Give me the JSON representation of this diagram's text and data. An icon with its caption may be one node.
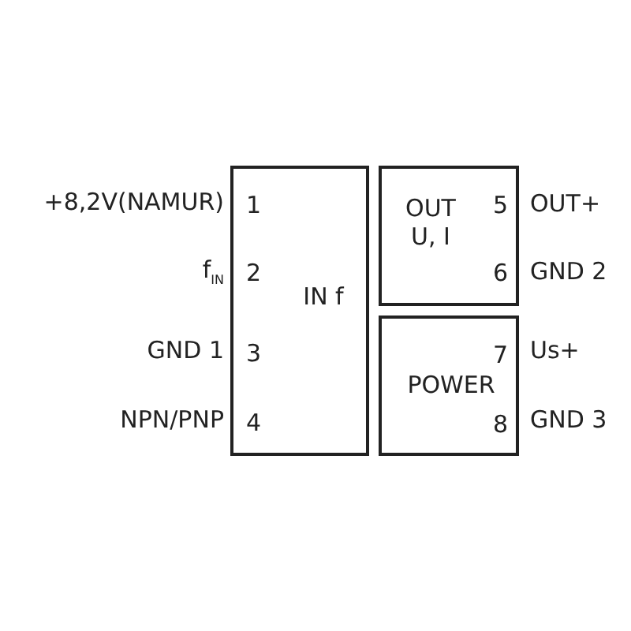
{
  "diagram": {
    "nodes": [
      {
        "text": [
          "1",
          "2",
          "3",
          "4",
          "IN f"
        ]
      },
      {
        "text": [
          "OUT U, I",
          "5",
          "6"
        ]
      },
      {
        "text": [
          "7",
          "POWER",
          "8"
        ]
      }
    ],
    "labels": [
      "+8,2V(NAMUR)",
      "f$_{IN}$",
      "GND 1",
      "NPN/PNP",
      "OUT+",
      "GND 2",
      "Us+",
      "GND 3"
    ]
  }
}
